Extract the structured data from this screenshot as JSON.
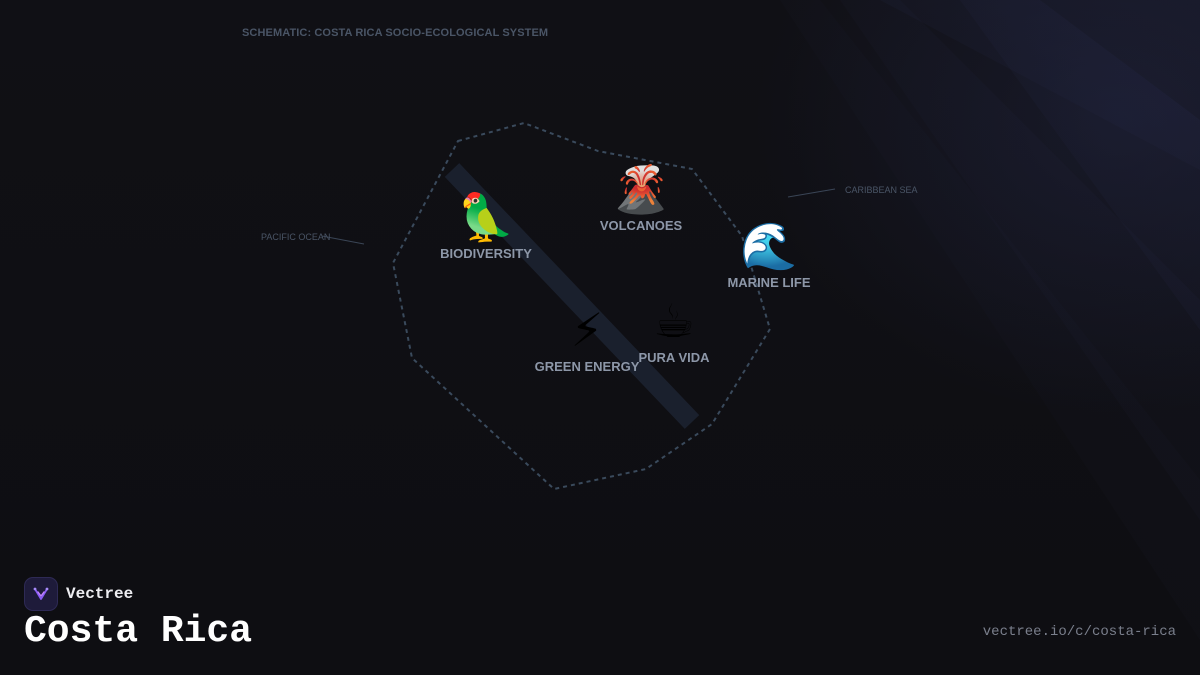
{
  "diagram": {
    "title": "SCHEMATIC: COSTA RICA SOCIO-ECOLOGICAL SYSTEM",
    "annotations": {
      "pacific": "PACIFIC OCEAN",
      "caribbean": "CARIBBEAN SEA"
    },
    "nodes": [
      {
        "id": "biodiversity",
        "label": "BIODIVERSITY",
        "icon": "parrot-icon",
        "glyph": "🦜"
      },
      {
        "id": "volcanoes",
        "label": "VOLCANOES",
        "icon": "volcano-icon",
        "glyph": "🌋"
      },
      {
        "id": "marine-life",
        "label": "MARINE LIFE",
        "icon": "wave-icon",
        "glyph": "🌊"
      },
      {
        "id": "green-energy",
        "label": "GREEN ENERGY",
        "icon": "lightning-icon",
        "glyph": "⚡"
      },
      {
        "id": "pura-vida",
        "label": "PURA VIDA",
        "icon": "coffee-icon",
        "glyph": "☕"
      }
    ]
  },
  "brand": {
    "name": "Vectree",
    "logo_icon": "vectree-logo-icon"
  },
  "page": {
    "title": "Costa Rica",
    "url": "vectree.io/c/costa-rica"
  },
  "colors": {
    "background": "#0f0f13",
    "outline": "#3a4a5c",
    "label": "#8d97a8",
    "annotation": "#4a5566",
    "accent": "#8b5cf6"
  }
}
